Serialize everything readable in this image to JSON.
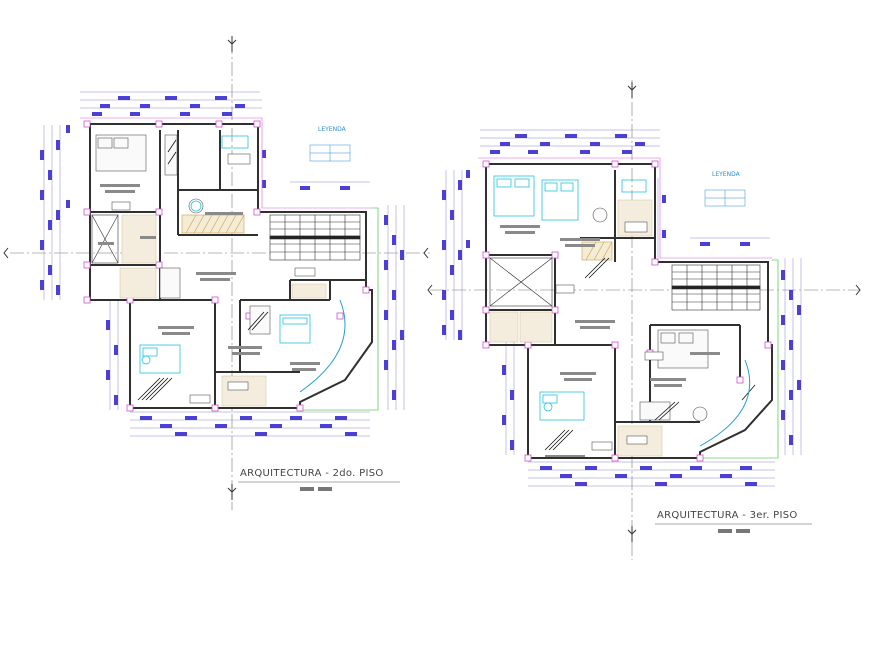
{
  "plans": [
    {
      "title": "ARQUITECTURA - 2do. PISO",
      "legend": "LEYENDA"
    },
    {
      "title": "ARQUITECTURA - 3er. PISO",
      "legend": "LEYENDA"
    }
  ],
  "colors": {
    "wall": "#404040",
    "dimension": "#5a4fd6",
    "fixture": "#22c4e0",
    "outline": "#e060e0",
    "terrace": "#66cc66",
    "stair_hatch": "#c8a050",
    "axis": "#555555"
  }
}
